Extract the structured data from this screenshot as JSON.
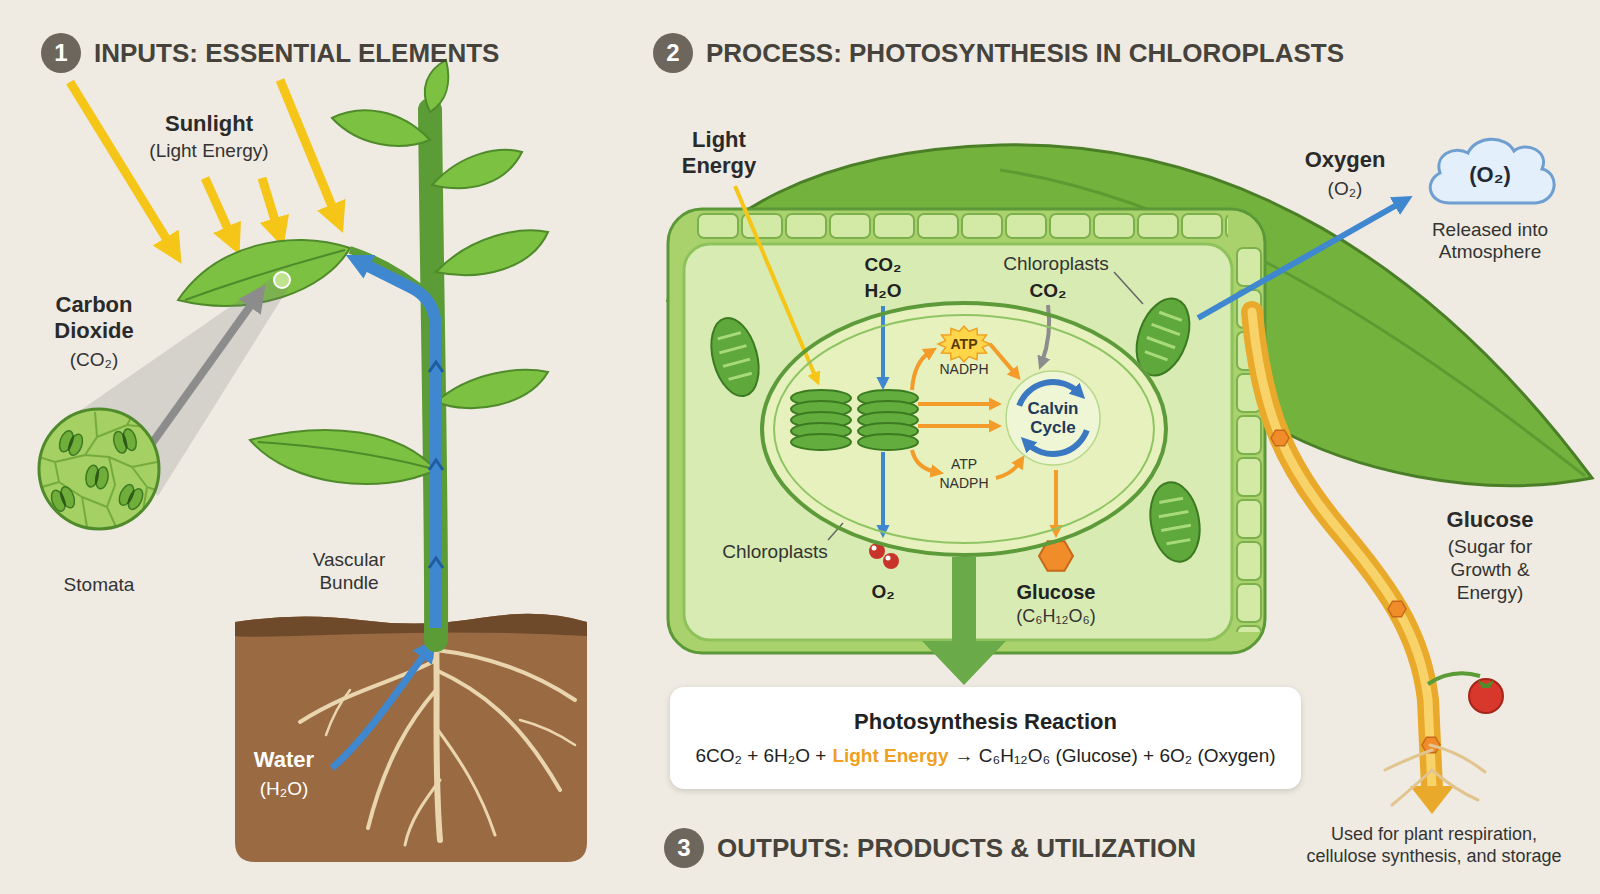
{
  "diagram": {
    "nodes": [
      {
        "text": [
          "1",
          "INPUTS: ESSENTIAL ELEMENTS"
        ]
      },
      {
        "text": [
          "2",
          "PROCESS: PHOTOSYNTHESIS IN CHLOROPLASTS"
        ]
      },
      {
        "text": [
          "Stomata"
        ]
      },
      {
        "text": [
          "Chloroplasts"
        ]
      },
      {
        "text": [
          "ATP"
        ],
        "in": 3
      },
      {
        "text": [
          "Calvin Cycle"
        ],
        "in": 3
      },
      {
        "text": [
          "(O₂)",
          "Released into Atmosphere"
        ]
      },
      {
        "text": [
          "Photosynthesis Reaction",
          "6CO₂ + 6H₂O +",
          "Light Energy",
          "→ C₆H₁₂O₆ (Glucose) + 6O₂ (Oxygen)"
        ]
      },
      {
        "text": [
          "3",
          "OUTPUTS: PRODUCTS & UTILIZATION"
        ]
      }
    ],
    "edges": [
      {
        "from": 3,
        "to": 7,
        "arrow": "to"
      },
      {
        "from": 4,
        "to": 5,
        "arrow": "to"
      }
    ],
    "labels": [
      "Sunlight",
      "(Light Energy)",
      "Carbon Dioxide",
      "(CO₂)",
      "Vascular Bundle",
      "Water",
      "(H₂O)",
      "Light Energy",
      "CO₂",
      "H₂O",
      "Chloroplasts",
      "CO₂",
      "NADPH",
      "ATP",
      "NADPH",
      "O₂",
      "Glucose",
      "(C₆H₁₂O₆)",
      "Oxygen",
      "(O₂)",
      "Glucose",
      "(Sugar for Growth & Energy)",
      "Used for plant respiration, cellulose synthesis, and storage"
    ]
  }
}
